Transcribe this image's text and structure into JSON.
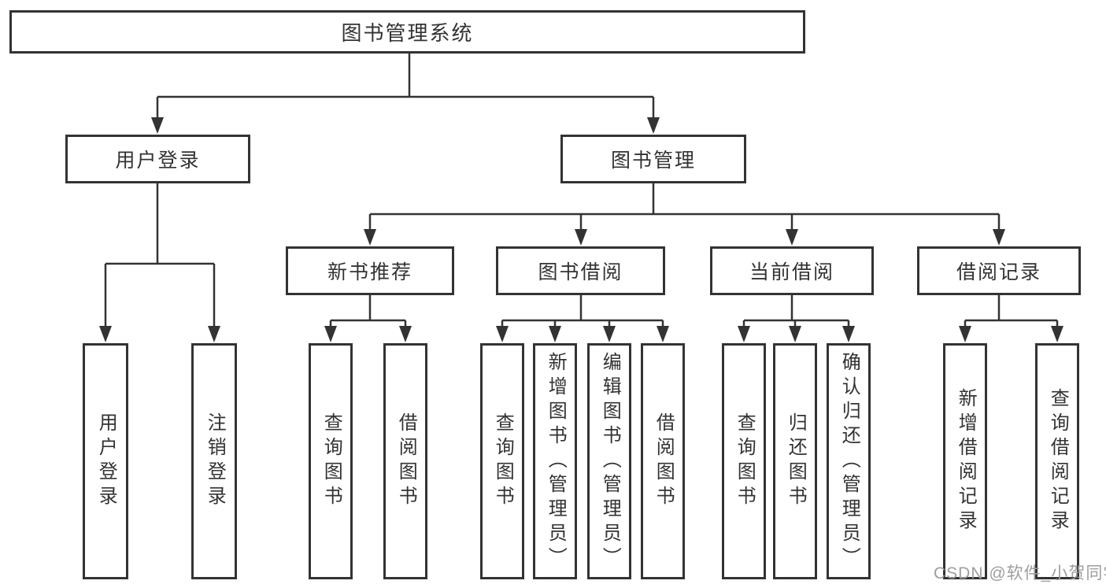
{
  "tree": {
    "root": {
      "label": "图书管理系统"
    },
    "user_login": {
      "label": "用户登录",
      "children": [
        "用户登录",
        "注销登录"
      ]
    },
    "book_mgmt": {
      "label": "图书管理"
    },
    "new_book": {
      "label": "新书推荐",
      "children": [
        "查询图书",
        "借阅图书"
      ]
    },
    "book_borrow": {
      "label": "图书借阅",
      "children": [
        "查询图书",
        "新增图书（管理员）",
        "编辑图书（管理员）",
        "借阅图书"
      ]
    },
    "current_borrow": {
      "label": "当前借阅",
      "children": [
        "查询图书",
        "归还图书",
        "确认归还（管理员）"
      ]
    },
    "borrow_records": {
      "label": "借阅记录",
      "children": [
        "新增借阅记录",
        "查询借阅记录"
      ]
    }
  },
  "watermark": {
    "text": "CSDN @软件_小贺同学"
  },
  "colors": {
    "line": "#333333",
    "box-border": "#333333",
    "text": "#333333",
    "watermark": "#9e9e9e",
    "background": "#ffffff"
  }
}
